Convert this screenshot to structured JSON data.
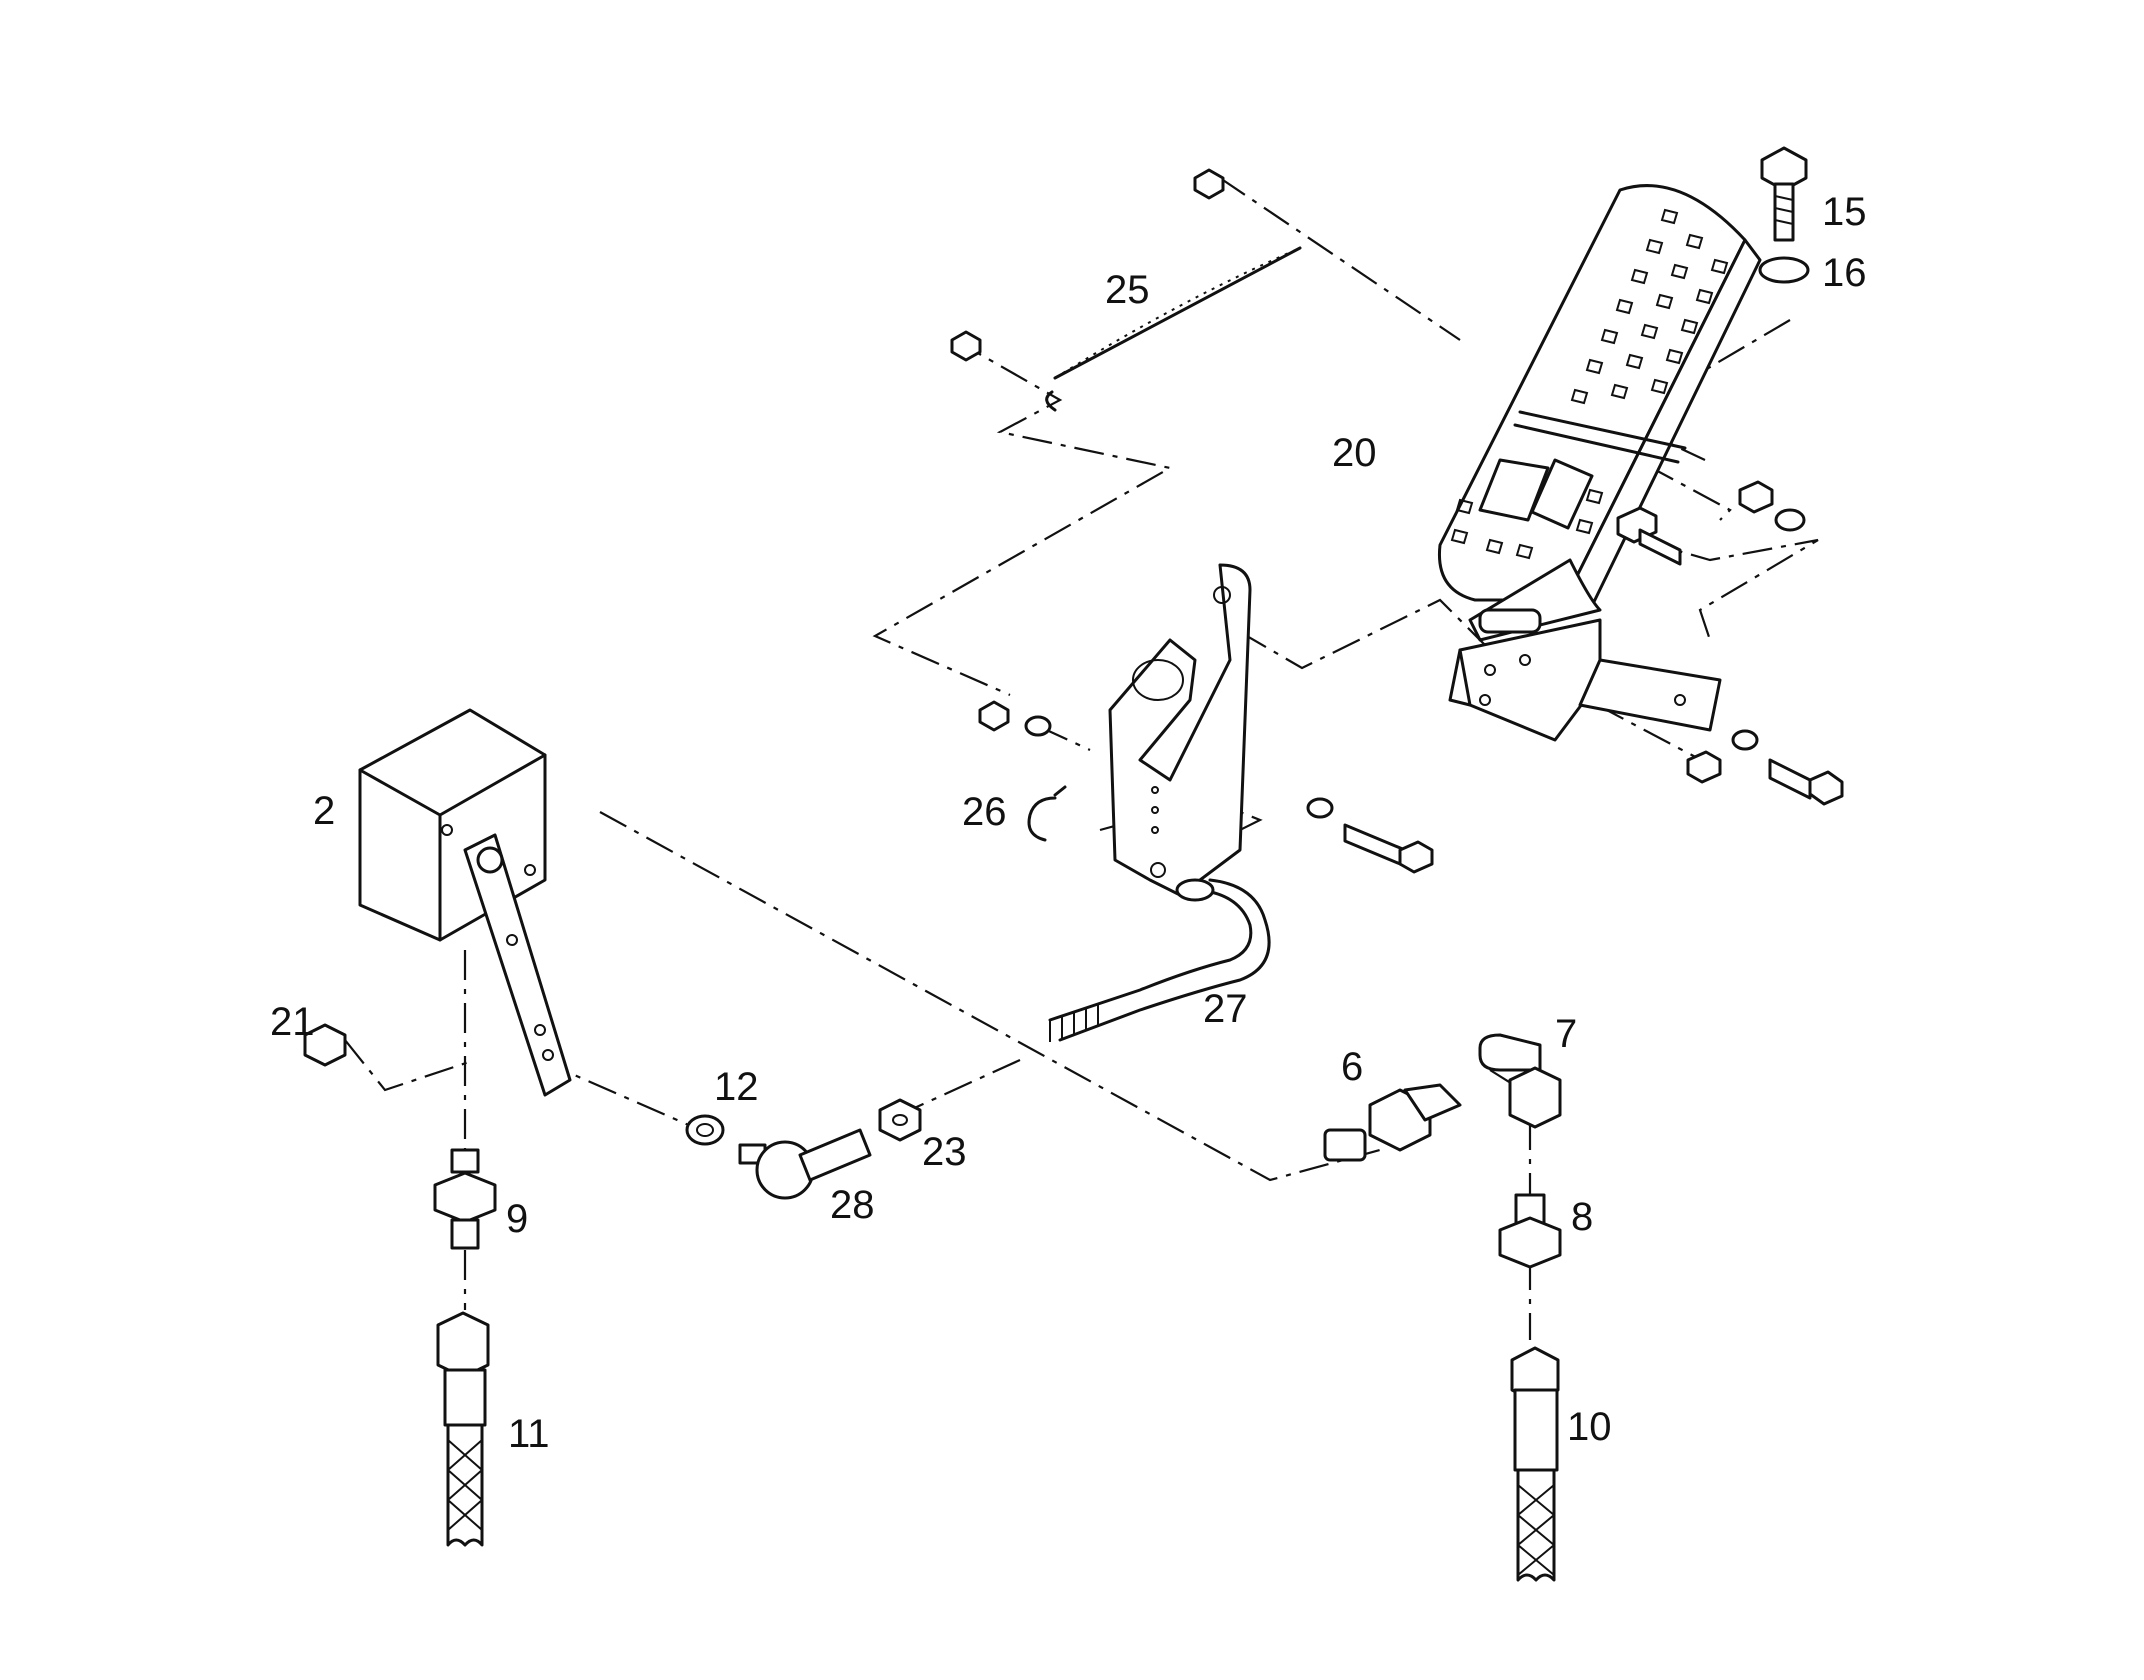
{
  "callouts": {
    "c2": "2",
    "c6": "6",
    "c7": "7",
    "c8": "8",
    "c9": "9",
    "c10": "10",
    "c11": "11",
    "c12": "12",
    "c15": "15",
    "c16": "16",
    "c20": "20",
    "c21": "21",
    "c23": "23",
    "c25": "25",
    "c26": "26",
    "c27": "27",
    "c28": "28"
  }
}
